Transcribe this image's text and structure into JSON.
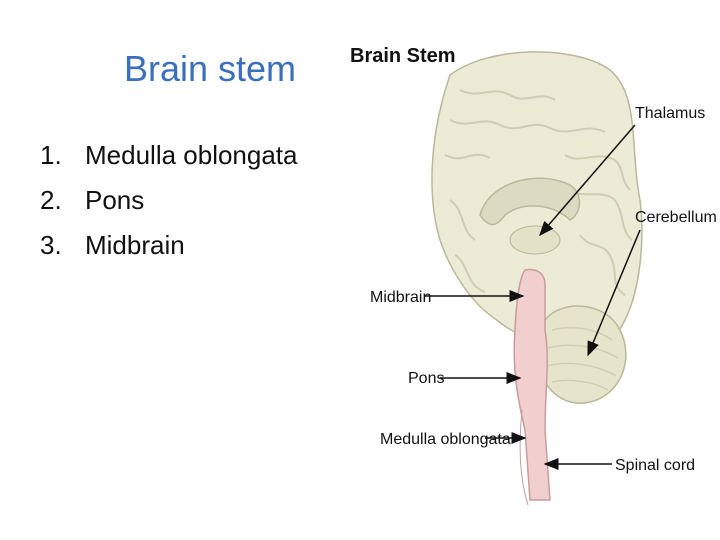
{
  "slide": {
    "title": "Brain stem",
    "list": [
      {
        "num": "1.",
        "text": "Medulla oblongata"
      },
      {
        "num": "2.",
        "text": "Pons"
      },
      {
        "num": "3.",
        "text": "Midbrain"
      }
    ]
  },
  "figure": {
    "title": "Brain Stem",
    "labels": {
      "thalamus": "Thalamus",
      "cerebellum": "Cerebellum",
      "midbrain": "Midbrain",
      "pons": "Pons",
      "medulla": "Medulla oblongata",
      "spinal_cord": "Spinal cord"
    },
    "colors": {
      "cortex": "#ecebd6",
      "cortex_shadow": "#d9d8be",
      "brainstem": "#f1cfcf",
      "outline": "#b9b89b"
    }
  }
}
